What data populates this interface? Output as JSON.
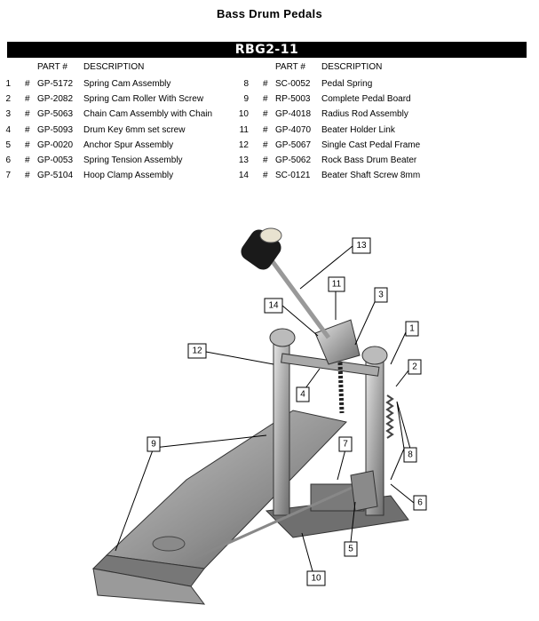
{
  "page_title": "Bass Drum Pedals",
  "model": "RBG2-11",
  "headers": {
    "part": "PART #",
    "desc": "DESCRIPTION"
  },
  "hash": "#",
  "parts_left": [
    {
      "n": "1",
      "part": "GP-5172",
      "desc": "Spring Cam Assembly"
    },
    {
      "n": "2",
      "part": "GP-2082",
      "desc": "Spring Cam Roller With Screw"
    },
    {
      "n": "3",
      "part": "GP-5063",
      "desc": "Chain Cam Assembly with Chain"
    },
    {
      "n": "4",
      "part": "GP-5093",
      "desc": "Drum Key 6mm set screw"
    },
    {
      "n": "5",
      "part": "GP-0020",
      "desc": "Anchor Spur Assembly"
    },
    {
      "n": "6",
      "part": "GP-0053",
      "desc": "Spring Tension Assembly"
    },
    {
      "n": "7",
      "part": "GP-5104",
      "desc": "Hoop Clamp Assembly"
    }
  ],
  "parts_right": [
    {
      "n": "8",
      "part": "SC-0052",
      "desc": "Pedal Spring"
    },
    {
      "n": "9",
      "part": "RP-5003",
      "desc": "Complete Pedal Board"
    },
    {
      "n": "10",
      "part": "GP-4018",
      "desc": "Radius Rod Assembly"
    },
    {
      "n": "11",
      "part": "GP-4070",
      "desc": "Beater Holder Link"
    },
    {
      "n": "12",
      "part": "GP-5067",
      "desc": "Single Cast Pedal Frame"
    },
    {
      "n": "13",
      "part": "GP-5062",
      "desc": "Rock Bass Drum Beater"
    },
    {
      "n": "14",
      "part": "SC-0121",
      "desc": "Beater Shaft Screw 8mm"
    }
  ],
  "callouts": [
    "1",
    "2",
    "3",
    "4",
    "5",
    "6",
    "7",
    "8",
    "9",
    "10",
    "11",
    "12",
    "13",
    "14"
  ]
}
